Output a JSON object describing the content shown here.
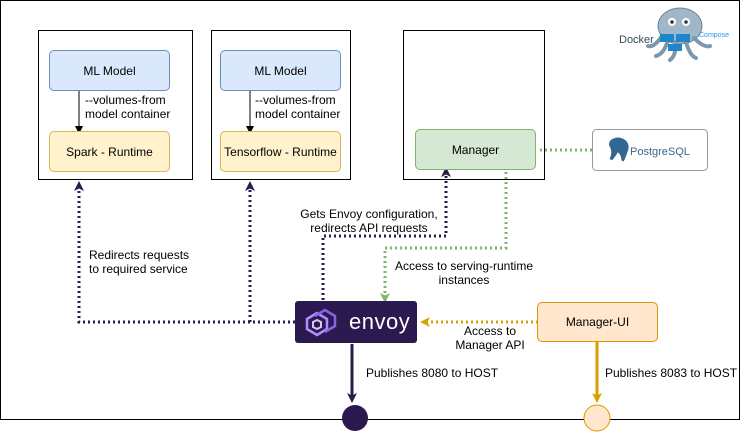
{
  "containers": {
    "spark": {
      "model": "ML Model",
      "runtime": "Spark - Runtime",
      "edge_label": [
        "--volumes-from",
        "model container"
      ]
    },
    "tensorflow": {
      "model": "ML Model",
      "runtime": "Tensorflow - Runtime",
      "edge_label": [
        "--volumes-from",
        "model container"
      ]
    },
    "manager": {
      "label": "Manager"
    }
  },
  "envoy": {
    "label": "envoy"
  },
  "manager_ui": {
    "label": "Manager-UI"
  },
  "postgres": {
    "label": "PostgreSQL"
  },
  "docker_compose": {
    "docker": "Docker",
    "compose": "Compose"
  },
  "edges": {
    "redirects": [
      "Redirects requests",
      "to required service"
    ],
    "gets_config": [
      "Gets Envoy configuration,",
      "redirects API requests"
    ],
    "serving_access": [
      "Access to serving-runtime",
      "instances"
    ],
    "manager_api": [
      "Access to",
      "Manager API"
    ],
    "publish_envoy": "Publishes 8080 to HOST",
    "publish_ui": "Publishes 8083 to HOST"
  },
  "colors": {
    "model_fill": "#dae8fc",
    "model_stroke": "#6c8ebf",
    "runtime_fill": "#fff2cc",
    "runtime_stroke": "#d6b656",
    "manager_fill": "#d5e8d4",
    "manager_stroke": "#82b366",
    "envoy_fill": "#2a1a4f",
    "envoy_accent": "#b48cff",
    "ui_fill": "#ffe6cc",
    "ui_stroke": "#d79b00",
    "purple_line": "#2a1a4f",
    "gold_line": "#d6a100",
    "green_line": "#82b366"
  }
}
